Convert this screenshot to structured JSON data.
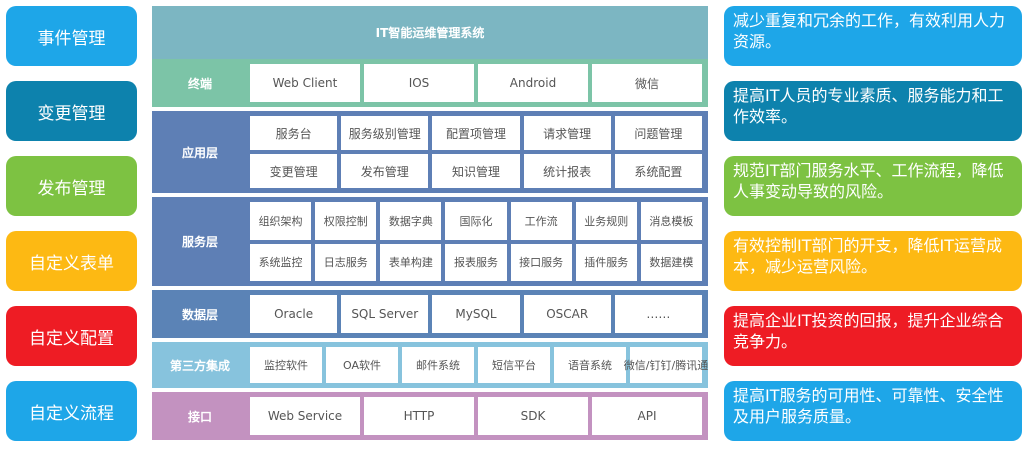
{
  "left_items": [
    {
      "label": "事件管理",
      "color": "#1ea6e8"
    },
    {
      "label": "变更管理",
      "color": "#0d82ad"
    },
    {
      "label": "发布管理",
      "color": "#7dc242"
    },
    {
      "label": "自定义表单",
      "color": "#fdb913"
    },
    {
      "label": "自定义配置",
      "color": "#ee1c24"
    },
    {
      "label": "自定义流程",
      "color": "#1ea6e8"
    }
  ],
  "right_items": [
    {
      "text": "减少重复和冗余的工作，有效利用人力资源。",
      "color": "#1ea6e8"
    },
    {
      "text": "提高IT人员的专业素质、服务能力和工作效率。",
      "color": "#0d82ad"
    },
    {
      "text": "规范IT部门服务水平、工作流程，降低人事变动导致的风险。",
      "color": "#7dc242"
    },
    {
      "text": "有效控制IT部门的开支，降低IT运营成本，减少运营风险。",
      "color": "#fdb913"
    },
    {
      "text": "提高企业IT投资的回报，提升企业综合竞争力。",
      "color": "#ee1c24"
    },
    {
      "text": "提高IT服务的可用性、可靠性、安全性及用户服务质量。",
      "color": "#1ea6e8"
    }
  ],
  "system_title": "IT智能运维管理系统",
  "layers": [
    {
      "label": "终端",
      "color": "#7cc4a7",
      "rows": [
        [
          "Web Client",
          "IOS",
          "Android",
          "微信"
        ]
      ]
    },
    {
      "label": "应用层",
      "color": "#5e7fb5",
      "rows": [
        [
          "服务台",
          "服务级别管理",
          "配置项管理",
          "请求管理",
          "问题管理"
        ],
        [
          "变更管理",
          "发布管理",
          "知识管理",
          "统计报表",
          "系统配置"
        ]
      ]
    },
    {
      "label": "服务层",
      "color": "#5e7fb5",
      "rows": [
        [
          "组织架构",
          "权限控制",
          "数据字典",
          "国际化",
          "工作流",
          "业务规则",
          "消息模板"
        ],
        [
          "系统监控",
          "日志服务",
          "表单构建",
          "报表服务",
          "接口服务",
          "插件服务",
          "数据建模"
        ]
      ]
    },
    {
      "label": "数据层",
      "color": "#5b83b6",
      "rows": [
        [
          "Oracle",
          "SQL Server",
          "MySQL",
          "OSCAR",
          "……"
        ]
      ]
    },
    {
      "label": "第三方集成",
      "color": "#87c3dd",
      "rows": [
        [
          "监控软件",
          "OA软件",
          "邮件系统",
          "短信平台",
          "语音系统",
          "微信/钉钉/腾讯通"
        ]
      ]
    },
    {
      "label": "接口",
      "color": "#c392c0",
      "rows": [
        [
          "Web Service",
          "HTTP",
          "SDK",
          "API"
        ]
      ]
    }
  ]
}
